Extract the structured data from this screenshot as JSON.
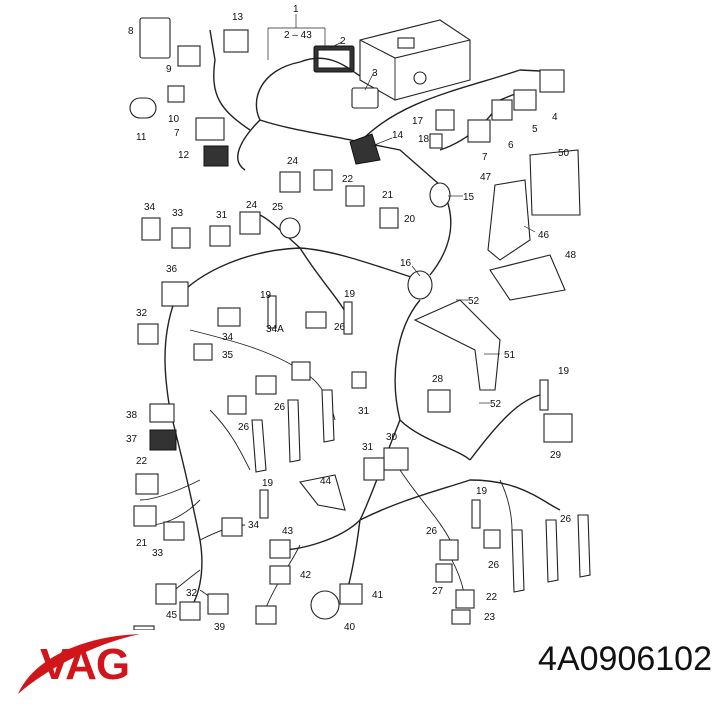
{
  "brand": {
    "logo_text": "VAG",
    "color": "#d0161b"
  },
  "part_number": "4A0906102",
  "callouts": [
    "1",
    "2",
    "2 – 43",
    "3",
    "4",
    "5",
    "6",
    "7",
    "8",
    "9",
    "10",
    "11",
    "12",
    "13",
    "14",
    "15",
    "16",
    "17",
    "18",
    "19",
    "20",
    "21",
    "22",
    "23",
    "24",
    "25",
    "26",
    "27",
    "28",
    "29",
    "30",
    "31",
    "32",
    "33",
    "34",
    "34A",
    "35",
    "36",
    "37",
    "38",
    "39",
    "40",
    "41",
    "42",
    "43",
    "44",
    "45",
    "46",
    "47",
    "48",
    "50",
    "51",
    "52"
  ]
}
